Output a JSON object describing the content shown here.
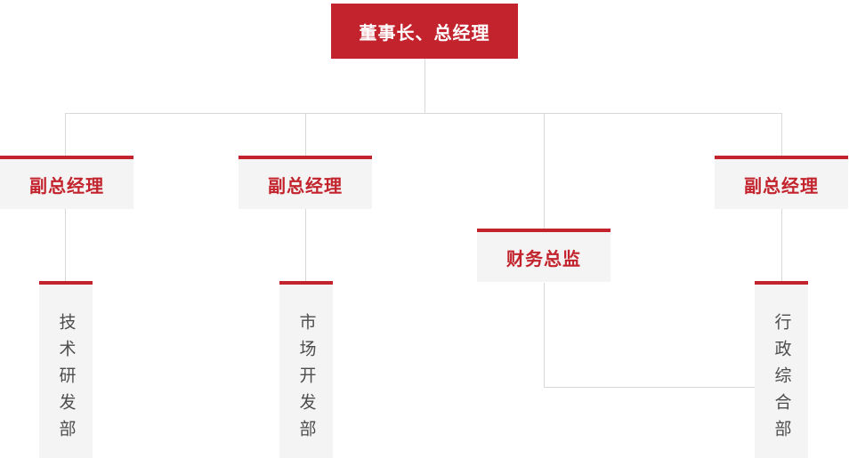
{
  "org_chart": {
    "root": {
      "label": "董事长、总经理"
    },
    "executives": [
      {
        "label": "副总经理"
      },
      {
        "label": "副总经理"
      },
      {
        "label": "财务总监"
      },
      {
        "label": "副总经理"
      }
    ],
    "departments": [
      {
        "label": "技术研发部"
      },
      {
        "label": "市场开发部"
      },
      {
        "label": "行政综合部"
      }
    ],
    "colors": {
      "primary_red": "#c2232c",
      "node_background": "#f4f4f4",
      "connector_gray": "#d8d8d8",
      "dept_text": "#4d4d4d",
      "root_text": "#ffffff"
    }
  }
}
